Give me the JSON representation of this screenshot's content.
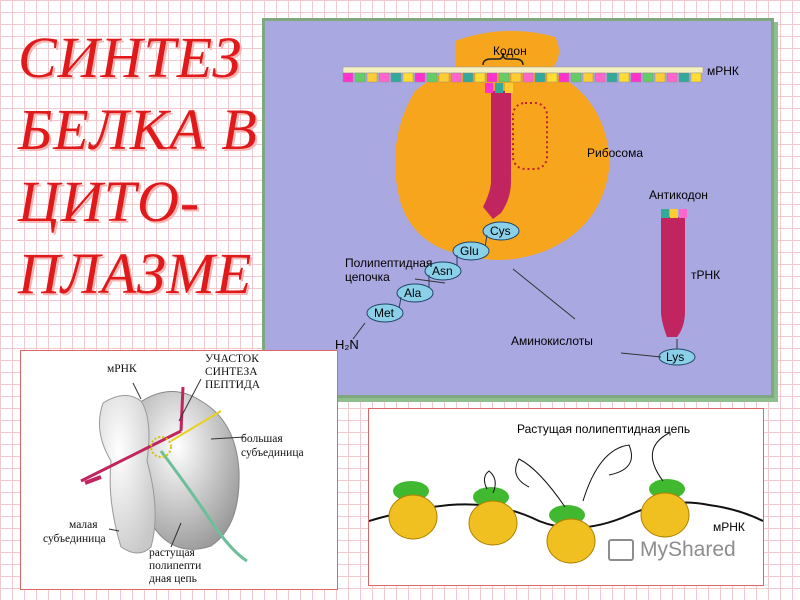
{
  "title": {
    "lines": [
      "СИНТЕЗ",
      "БЕЛКА В",
      "ЦИТО-",
      "ПЛАЗМЕ"
    ]
  },
  "top_diagram": {
    "codon": "Кодон",
    "mrna": "мРНК",
    "ribosome": "Рибосома",
    "anticodon": "Антикодон",
    "trna": "тРНК",
    "polypeptide": [
      "Полипептидная",
      "цепочка"
    ],
    "amino_acids": "Аминокислоты",
    "chain": [
      "Cys",
      "Glu",
      "Asn",
      "Ala",
      "Met"
    ],
    "lys": "Lys",
    "n_terminus": "H₂N"
  },
  "left_diagram": {
    "mrna": "мРНК",
    "synthesis_site": [
      "УЧАСТОК",
      "СИНТЕЗА",
      "ПЕПТИДА"
    ],
    "large_subunit": [
      "большая",
      "субъединица"
    ],
    "small_subunit": [
      "малая",
      "субъединица"
    ],
    "growing_chain": [
      "растущая",
      "полипепти",
      "дная цепь"
    ]
  },
  "right_diagram": {
    "growing_chain": "Растущая полипептидная цепь",
    "mrna": "мРНК"
  },
  "watermark": "MyShared",
  "colors": {
    "title": "#e01a1a",
    "panel": "#a9a8e0",
    "ribosome": "#f7a51c",
    "trna": "#c02560",
    "amino_acid": "#8ad0e8",
    "small_ribosome": "#f0c020",
    "large_ribosome": "#40b830"
  }
}
